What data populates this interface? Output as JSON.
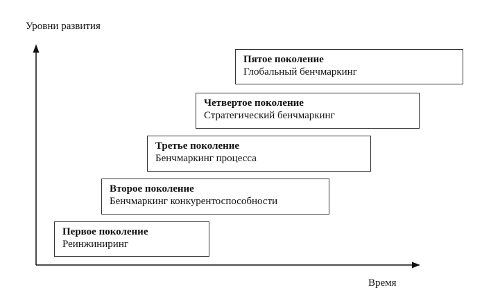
{
  "axes": {
    "y_label": "Уровни развития",
    "x_label": "Время"
  },
  "stages": [
    {
      "title": "Первое поколение",
      "desc": "Реинжиниринг"
    },
    {
      "title": "Второе поколение",
      "desc": "Бенчмаркинг конкурентоспособности"
    },
    {
      "title": "Третье поколение",
      "desc": "Бенчмаркинг процесса"
    },
    {
      "title": "Четвертое поколение",
      "desc": "Стратегический бенчмаркинг"
    },
    {
      "title": "Пятое поколение",
      "desc": "Глобальный бенчмаркинг"
    }
  ]
}
